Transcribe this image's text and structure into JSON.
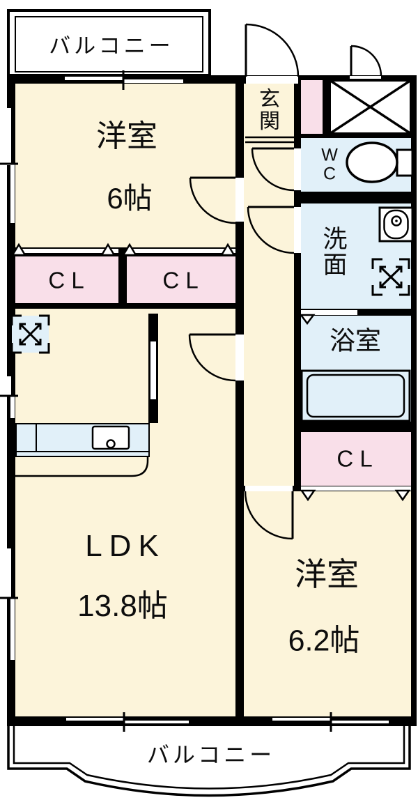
{
  "colors": {
    "wall": "#000000",
    "room_cream": "#fcf4da",
    "closet_pink": "#f9dfe9",
    "wet_area_blue": "#e1f0f9",
    "background": "#ffffff"
  },
  "balcony_top": {
    "label": "バルコニー"
  },
  "balcony_bottom": {
    "label": "バルコニー"
  },
  "rooms": {
    "bedroom_top": {
      "name": "洋室",
      "size": "6帖"
    },
    "entrance": {
      "name": "玄関",
      "chars": [
        "玄",
        "関"
      ]
    },
    "toilet": {
      "name": "WC",
      "chars": [
        "W",
        "C"
      ]
    },
    "washroom": {
      "name": "洗面",
      "chars": [
        "洗",
        "面"
      ]
    },
    "bathroom": {
      "name": "浴室"
    },
    "closet_left": {
      "label": "C L"
    },
    "closet_middle": {
      "label": "C L"
    },
    "closet_right": {
      "label": "C L"
    },
    "ldk": {
      "name": "LDK",
      "size": "13.8帖"
    },
    "bedroom_bottom": {
      "name": "洋室",
      "size": "6.2帖"
    }
  },
  "fixtures": {
    "toilet": "toilet-icon",
    "washbasin": "washbasin-icon",
    "bathtub": "bathtub-icon",
    "kitchen_sink": "kitchen-sink-icon",
    "washer_space_ldk": "washing-machine-space-icon",
    "washer_space_washroom": "washing-machine-space-icon",
    "shaft": "cross-box-shaft-icon"
  }
}
